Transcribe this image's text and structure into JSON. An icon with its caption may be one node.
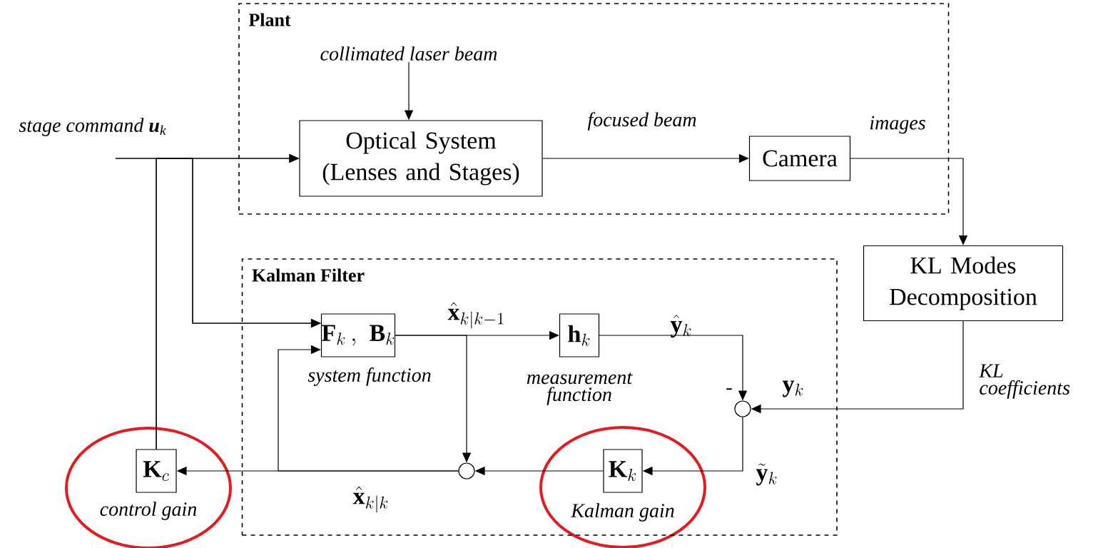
{
  "diagram": {
    "nodes": [
      {
        "text": [
          "Plant"
        ]
      },
      {
        "text": [
          "Optical System (Lenses and Stages)"
        ],
        "in": 0
      },
      {
        "text": [
          "Camera"
        ],
        "in": 0
      },
      {
        "text": [
          "KL Modes Decomposition"
        ]
      },
      {
        "text": [
          "Kalman Filter"
        ]
      },
      {
        "text": [
          "\\mathbf{F}_k\\,,\\ \\mathbf{B}_k"
        ],
        "in": 4,
        "beside": [
          "system function"
        ]
      },
      {
        "text": [
          "\\mathbf{h}_k"
        ],
        "in": 4,
        "beside": [
          "measurement function"
        ]
      },
      {
        "text": [],
        "shape": "circle",
        "in": 4,
        "beside": [
          "-"
        ]
      },
      {
        "text": [],
        "shape": "circle",
        "in": 4
      },
      {
        "text": [
          "\\mathbf{K}_k"
        ],
        "in": 4,
        "beside": [
          "Kalman gain"
        ]
      },
      {
        "text": [
          "\\mathbf{K}_c"
        ],
        "beside": [
          "control gain"
        ]
      },
      {
        "text": [
          "collimated laser beam"
        ],
        "in": 0
      }
    ],
    "edges": [
      {
        "from": null,
        "to": 1,
        "arrow": "to",
        "label": "stage command **u**$_{k}$"
      },
      {
        "from": 10,
        "to": 1,
        "arrow": "to"
      },
      {
        "from": null,
        "to": 5,
        "arrow": "to"
      },
      {
        "from": 10,
        "to": 5,
        "arrow": "to"
      },
      {
        "from": 11,
        "to": 1,
        "arrow": "to"
      },
      {
        "from": 1,
        "to": 2,
        "arrow": "to",
        "label": "focused beam"
      },
      {
        "from": 2,
        "to": 3,
        "arrow": "to",
        "label": "images"
      },
      {
        "from": 3,
        "to": 7,
        "arrow": "to",
        "label": "KL coefficients"
      },
      {
        "from": 5,
        "to": 6,
        "arrow": "to",
        "label": "\\hat{\\mathbf{x}}_{k|k-1}"
      },
      {
        "from": 5,
        "to": 8,
        "arrow": "to"
      },
      {
        "from": 6,
        "to": 7,
        "arrow": "to",
        "label": "\\hat{\\mathbf{y}}_k"
      },
      {
        "from": 7,
        "to": 9,
        "arrow": "to",
        "label": "\\tilde{\\mathbf{y}}_k"
      },
      {
        "from": 9,
        "to": 8,
        "arrow": "to"
      },
      {
        "from": 8,
        "to": 10,
        "arrow": "to",
        "label": "\\hat{\\mathbf{x}}_{k|k}"
      },
      {
        "from": 8,
        "to": 5,
        "arrow": "to"
      }
    ],
    "labels": [
      "\\mathbf{y}_k"
    ]
  }
}
